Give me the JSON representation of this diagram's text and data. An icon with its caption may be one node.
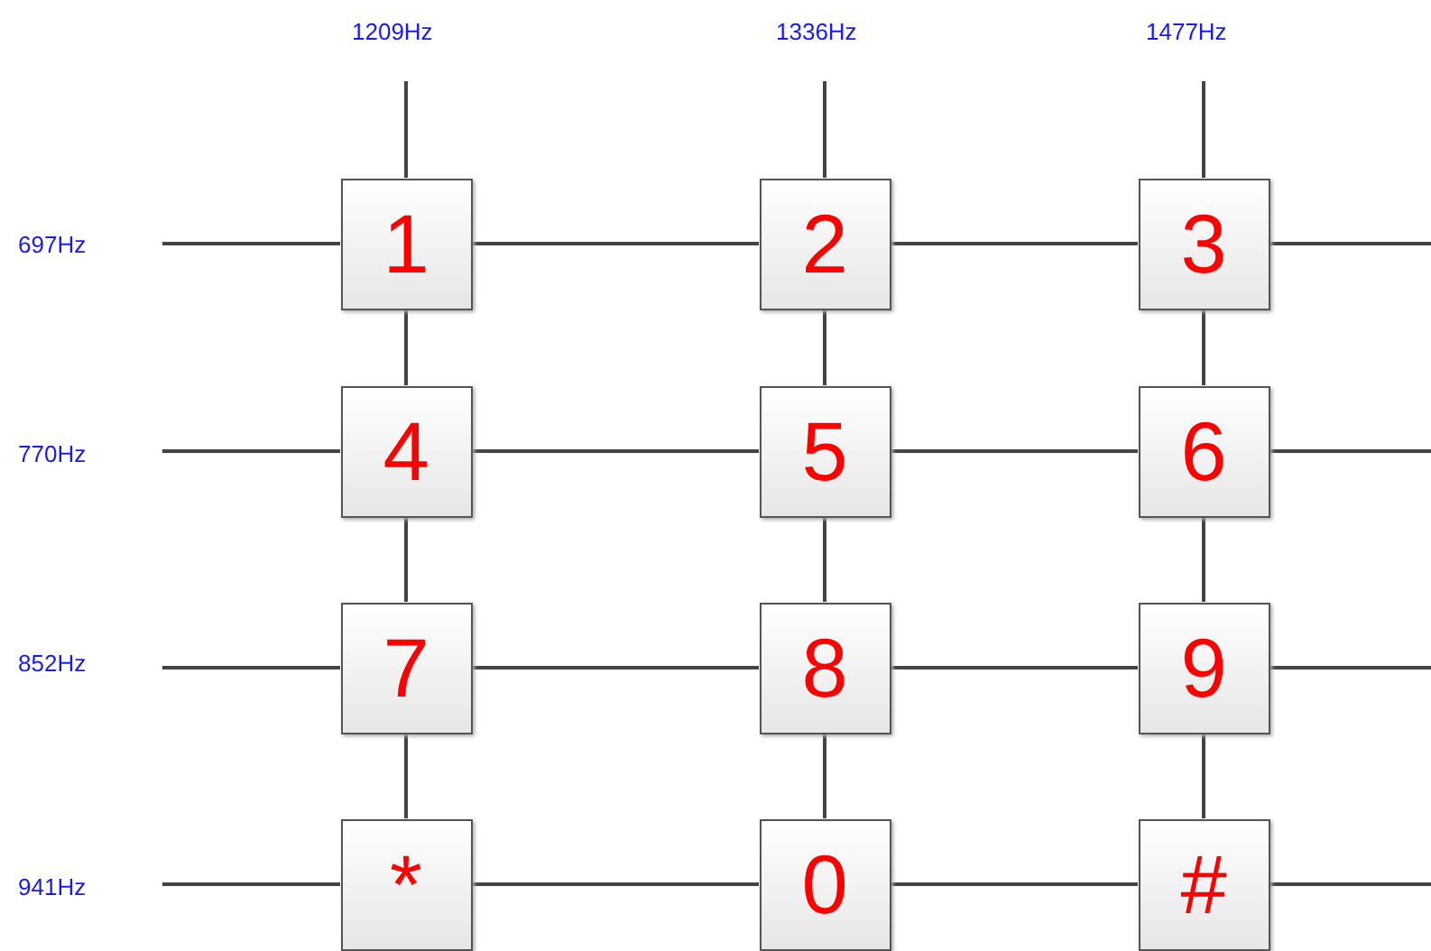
{
  "diagram": {
    "nodes": [
      {
        "text": [
          "1"
        ]
      },
      {
        "text": [
          "2"
        ]
      },
      {
        "text": [
          "3"
        ]
      },
      {
        "text": [
          "4"
        ]
      },
      {
        "text": [
          "5"
        ]
      },
      {
        "text": [
          "6"
        ]
      },
      {
        "text": [
          "7"
        ]
      },
      {
        "text": [
          "8"
        ]
      },
      {
        "text": [
          "9"
        ]
      },
      {
        "text": [
          "*"
        ]
      },
      {
        "text": [
          "0"
        ]
      },
      {
        "text": [
          "#"
        ]
      }
    ],
    "edges": [
      {
        "from": null,
        "to": 0,
        "arrow": "none"
      },
      {
        "from": 0,
        "to": 1,
        "arrow": "none"
      },
      {
        "from": 1,
        "to": 2,
        "arrow": "none"
      },
      {
        "from": 2,
        "to": null,
        "arrow": "none"
      },
      {
        "from": null,
        "to": 3,
        "arrow": "none"
      },
      {
        "from": 3,
        "to": 4,
        "arrow": "none"
      },
      {
        "from": 4,
        "to": 5,
        "arrow": "none"
      },
      {
        "from": 5,
        "to": null,
        "arrow": "none"
      },
      {
        "from": null,
        "to": 6,
        "arrow": "none"
      },
      {
        "from": 6,
        "to": 7,
        "arrow": "none"
      },
      {
        "from": 7,
        "to": 8,
        "arrow": "none"
      },
      {
        "from": 8,
        "to": null,
        "arrow": "none"
      },
      {
        "from": null,
        "to": 9,
        "arrow": "none"
      },
      {
        "from": 9,
        "to": 10,
        "arrow": "none"
      },
      {
        "from": 10,
        "to": 11,
        "arrow": "none"
      },
      {
        "from": 11,
        "to": null,
        "arrow": "none"
      },
      {
        "from": null,
        "to": 0,
        "arrow": "none"
      },
      {
        "from": 0,
        "to": 3,
        "arrow": "none"
      },
      {
        "from": 3,
        "to": 6,
        "arrow": "none"
      },
      {
        "from": 6,
        "to": 9,
        "arrow": "none"
      },
      {
        "from": null,
        "to": 1,
        "arrow": "none"
      },
      {
        "from": 1,
        "to": 4,
        "arrow": "none"
      },
      {
        "from": 4,
        "to": 7,
        "arrow": "none"
      },
      {
        "from": 7,
        "to": 10,
        "arrow": "none"
      },
      {
        "from": null,
        "to": 2,
        "arrow": "none"
      },
      {
        "from": 2,
        "to": 5,
        "arrow": "none"
      },
      {
        "from": 5,
        "to": 8,
        "arrow": "none"
      },
      {
        "from": 8,
        "to": 11,
        "arrow": "none"
      }
    ],
    "labels": [
      "1209Hz",
      "1336Hz",
      "1477Hz",
      "697Hz",
      "770Hz",
      "852Hz",
      "941Hz"
    ]
  }
}
